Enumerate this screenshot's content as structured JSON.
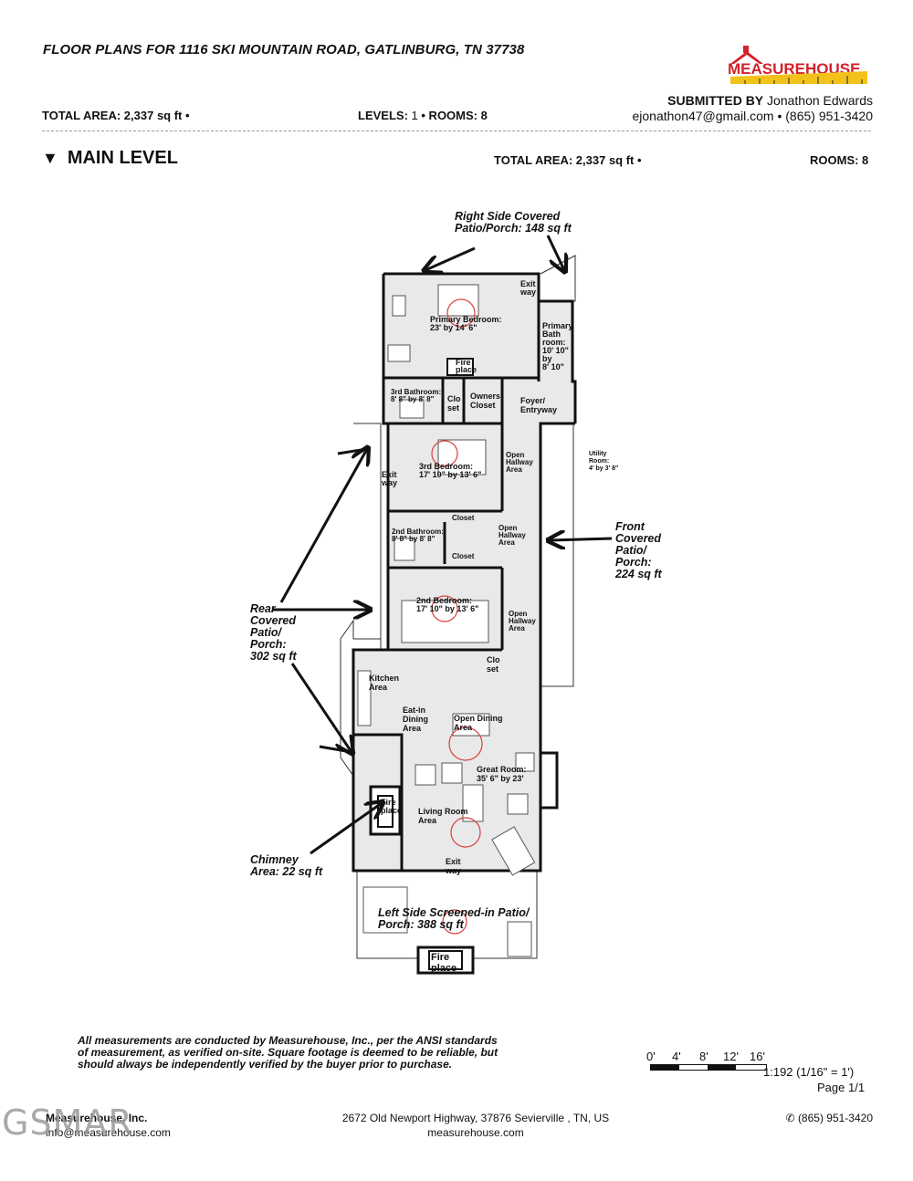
{
  "header": {
    "title": "FLOOR PLANS FOR 1116 SKI MOUNTAIN ROAD, GATLINBURG, TN 37738",
    "logo_text": "MEASUREHOUSE",
    "total_area": "TOTAL AREA: 2,337 sq ft •",
    "levels_label": "LEVELS:",
    "levels_value": "1",
    "rooms_label": "• ROOMS:",
    "rooms_value": "8",
    "submitted_by_label": "SUBMITTED BY",
    "submitted_by_name": "Jonathon Edwards",
    "email": "ejonathon47@gmail.com",
    "phone": "• (865) 951-3420"
  },
  "level": {
    "name": "MAIN LEVEL",
    "total_area": "TOTAL AREA: 2,337 sq ft •",
    "rooms": "ROOMS: 8"
  },
  "rooms": {
    "primary_bedroom": [
      "Primary Bedroom:",
      "23' by 14' 6\""
    ],
    "primary_bath": [
      "Primary",
      "Bath",
      "room:",
      "10' 10\"",
      "by",
      "8' 10\""
    ],
    "exit_top": [
      "Exit",
      "way"
    ],
    "fireplace_top": [
      "Fire",
      "place"
    ],
    "third_bathroom": [
      "3rd Bathroom:",
      "8' 8\" by 8' 8\""
    ],
    "closet_a": [
      "Clo",
      "set"
    ],
    "owners_closet": [
      "Owners'",
      "Closet"
    ],
    "foyer": [
      "Foyer/",
      "Entryway"
    ],
    "utility": [
      "Utility",
      "Room:",
      "4' by 3' 8\""
    ],
    "third_bedroom": [
      "3rd Bedroom:",
      "17' 10\" by 13' 6\""
    ],
    "open_hallway_1": [
      "Open",
      "Hallway",
      "Area"
    ],
    "exit_left": [
      "Exit",
      "way"
    ],
    "closet_b": "Closet",
    "second_bathroom": [
      "2nd Bathroom:",
      "8' 8\" by 8' 8\""
    ],
    "open_hallway_2": [
      "Open",
      "Hallway",
      "Area"
    ],
    "closet_c": "Closet",
    "second_bedroom": [
      "2nd Bedroom:",
      "17' 10\" by 13' 6\""
    ],
    "open_hallway_3": [
      "Open",
      "Hallway",
      "Area"
    ],
    "closet_d": [
      "Clo",
      "set"
    ],
    "kitchen": [
      "Kitchen",
      "Area"
    ],
    "eat_in_dining": [
      "Eat-in",
      "Dining",
      "Area"
    ],
    "open_dining": [
      "Open Dining",
      "Area"
    ],
    "great_room": [
      "Great Room:",
      "35' 6\" by 23'"
    ],
    "fireplace_mid": [
      "Fire",
      "place"
    ],
    "living_room": [
      "Living Room",
      "Area"
    ],
    "exit_bottom": [
      "Exit",
      "way"
    ],
    "fireplace_bottom": [
      "Fire",
      "place"
    ]
  },
  "callouts": {
    "right_patio": [
      "Right Side Covered",
      "Patio/Porch: 148 sq ft"
    ],
    "front_patio": [
      "Front",
      "Covered",
      "Patio/",
      "Porch:",
      "224 sq ft"
    ],
    "rear_patio": [
      "Rear",
      "Covered",
      "Patio/",
      "Porch:",
      "302 sq ft"
    ],
    "chimney": [
      "Chimney",
      "Area: 22 sq ft"
    ],
    "left_patio": [
      "Left Side Screened-in Patio/",
      "Porch: 388 sq ft"
    ]
  },
  "disclaimer": "All measurements are conducted by Measurehouse, Inc., per the ANSI standards of measurement, as verified on-site. Square footage is deemed to be reliable, but should always be independently verified by the buyer prior to purchase.",
  "scale": {
    "ticks": [
      "0'",
      "4'",
      "8'",
      "12'",
      "16'"
    ],
    "ratio": "1:192   (1/16\" = 1')",
    "page": "Page 1/1"
  },
  "footer": {
    "company": "Measurehouse, Inc.",
    "company_email": "info@measurehouse.com",
    "address": "2672 Old Newport Highway, 37876 Sevierville , TN, US",
    "website": "measurehouse.com",
    "phone": "(865) 951-3420"
  },
  "watermark": "GSMAR",
  "colors": {
    "logo_red": "#d4202a",
    "logo_yellow": "#f2c21b",
    "floor_fill": "#e9e9e9",
    "wall": "#111111",
    "marker_red": "#d9413e"
  }
}
